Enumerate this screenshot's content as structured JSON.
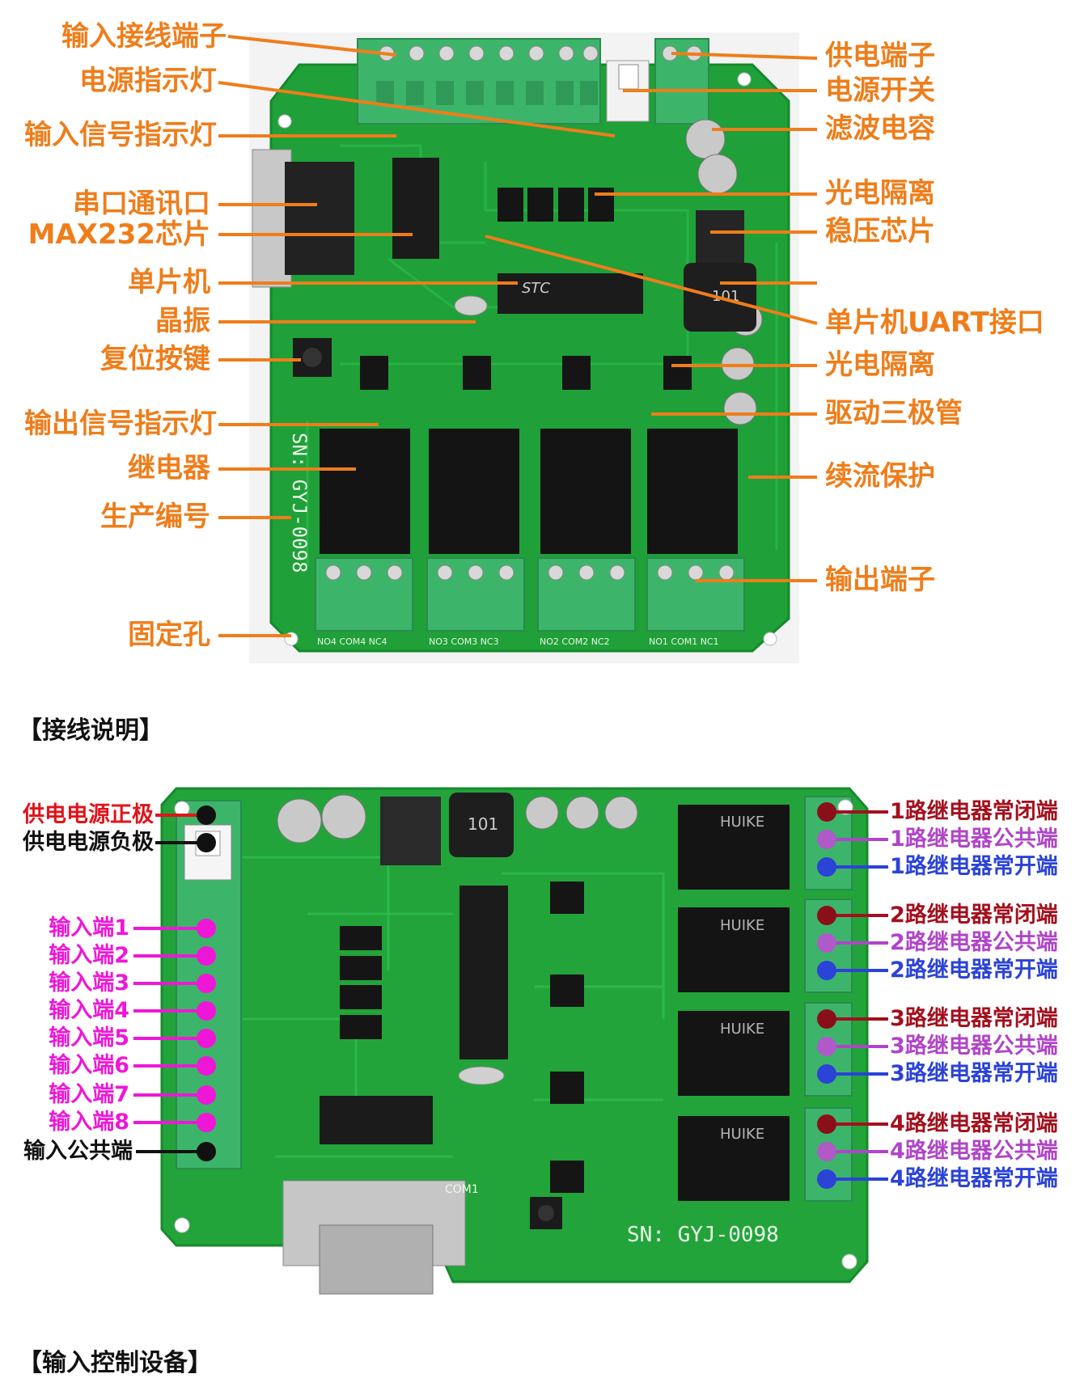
{
  "top_figure": {
    "left_labels": [
      "输入接线端子",
      "电源指示灯",
      "输入信号指示灯",
      "串口通讯口",
      "MAX232芯片",
      "单片机",
      "晶振",
      "复位按键",
      "输出信号指示灯",
      "继电器",
      "生产编号",
      "固定孔"
    ],
    "right_labels": [
      "供电端子",
      "电源开关",
      "滤波电容",
      "光电隔离",
      "稳压芯片",
      "",
      "单片机UART接口",
      "光电隔离",
      "驱动三极管",
      "续流保护",
      "输出端子"
    ],
    "label_color": "#ef7d1a",
    "board_texts": {
      "sn": "SN: GYJ-0098",
      "terminals_bottom": [
        "NO4 COM4 NC4",
        "NO3 COM3 NC3",
        "NO2 COM2 NC2",
        "NO1 COM1 NC1"
      ],
      "mcu": "STC",
      "inductor": "101"
    }
  },
  "section1_title": "【接线说明】",
  "bottom_figure": {
    "left_labels": [
      {
        "text": "供电电源正极",
        "color": "#e0141b"
      },
      {
        "text": "供电电源负极",
        "color": "#111111"
      },
      {
        "text": "输入端1",
        "color": "#ee17d8"
      },
      {
        "text": "输入端2",
        "color": "#ee17d8"
      },
      {
        "text": "输入端3",
        "color": "#ee17d8"
      },
      {
        "text": "输入端4",
        "color": "#ee17d8"
      },
      {
        "text": "输入端5",
        "color": "#ee17d8"
      },
      {
        "text": "输入端6",
        "color": "#ee17d8"
      },
      {
        "text": "输入端7",
        "color": "#ee17d8"
      },
      {
        "text": "输入端8",
        "color": "#ee17d8"
      },
      {
        "text": "输入公共端",
        "color": "#111111"
      }
    ],
    "right_labels": [
      {
        "text": "1路继电器常闭端",
        "color": "#a3101d"
      },
      {
        "text": "1路继电器公共端",
        "color": "#b045c8"
      },
      {
        "text": "1路继电器常开端",
        "color": "#2b43d6"
      },
      {
        "text": "2路继电器常闭端",
        "color": "#a3101d"
      },
      {
        "text": "2路继电器公共端",
        "color": "#b045c8"
      },
      {
        "text": "2路继电器常开端",
        "color": "#2b43d6"
      },
      {
        "text": "3路继电器常闭端",
        "color": "#a3101d"
      },
      {
        "text": "3路继电器公共端",
        "color": "#b045c8"
      },
      {
        "text": "3路继电器常开端",
        "color": "#2b43d6"
      },
      {
        "text": "4路继电器常闭端",
        "color": "#a3101d"
      },
      {
        "text": "4路继电器公共端",
        "color": "#b045c8"
      },
      {
        "text": "4路继电器常开端",
        "color": "#2b43d6"
      }
    ],
    "board_texts": {
      "sn": "SN: GYJ-0098",
      "relay": "HUIKE",
      "inductor": "101",
      "com": "COM1"
    }
  },
  "section2_title": "【输入控制设备】"
}
